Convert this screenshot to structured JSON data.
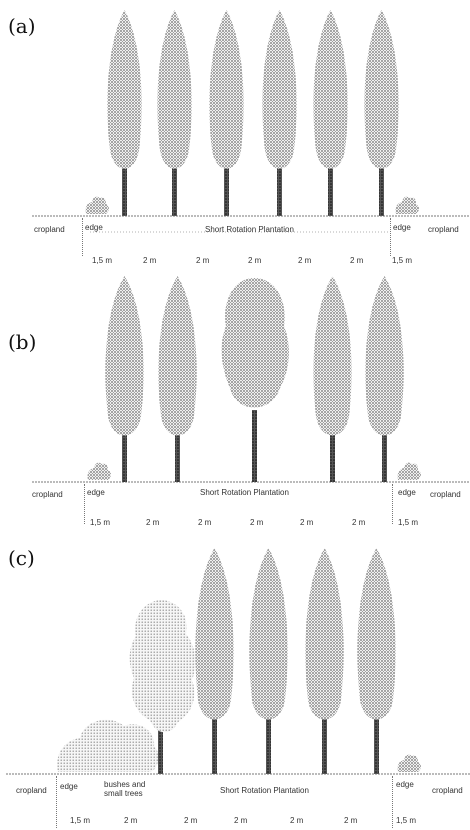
{
  "panels": [
    {
      "label": "(a)",
      "zone_labels": {
        "cropland_left": "cropland",
        "edge_left": "edge",
        "center": "Short Rotation Plantation",
        "edge_right": "edge",
        "cropland_right": "cropland"
      },
      "dimensions": [
        "1,5 m",
        "2 m",
        "2 m",
        "2 m",
        "2 m",
        "2 m",
        "1,5 m"
      ]
    },
    {
      "label": "(b)",
      "zone_labels": {
        "cropland_left": "cropland",
        "edge_left": "edge",
        "center": "Short Rotation Plantation",
        "edge_right": "edge",
        "cropland_right": "cropland"
      },
      "dimensions": [
        "1,5 m",
        "2 m",
        "2 m",
        "2 m",
        "2 m",
        "2 m",
        "1,5 m"
      ]
    },
    {
      "label": "(c)",
      "zone_labels": {
        "cropland_left": "cropland",
        "edge_left": "edge",
        "shrubs": "bushes and small trees",
        "center": "Short Rotation Plantation",
        "edge_right": "edge",
        "cropland_right": "cropland"
      },
      "dimensions": [
        "1,5 m",
        "2 m",
        "2 m",
        "2 m",
        "2 m",
        "2 m",
        "1,5 m"
      ]
    }
  ]
}
